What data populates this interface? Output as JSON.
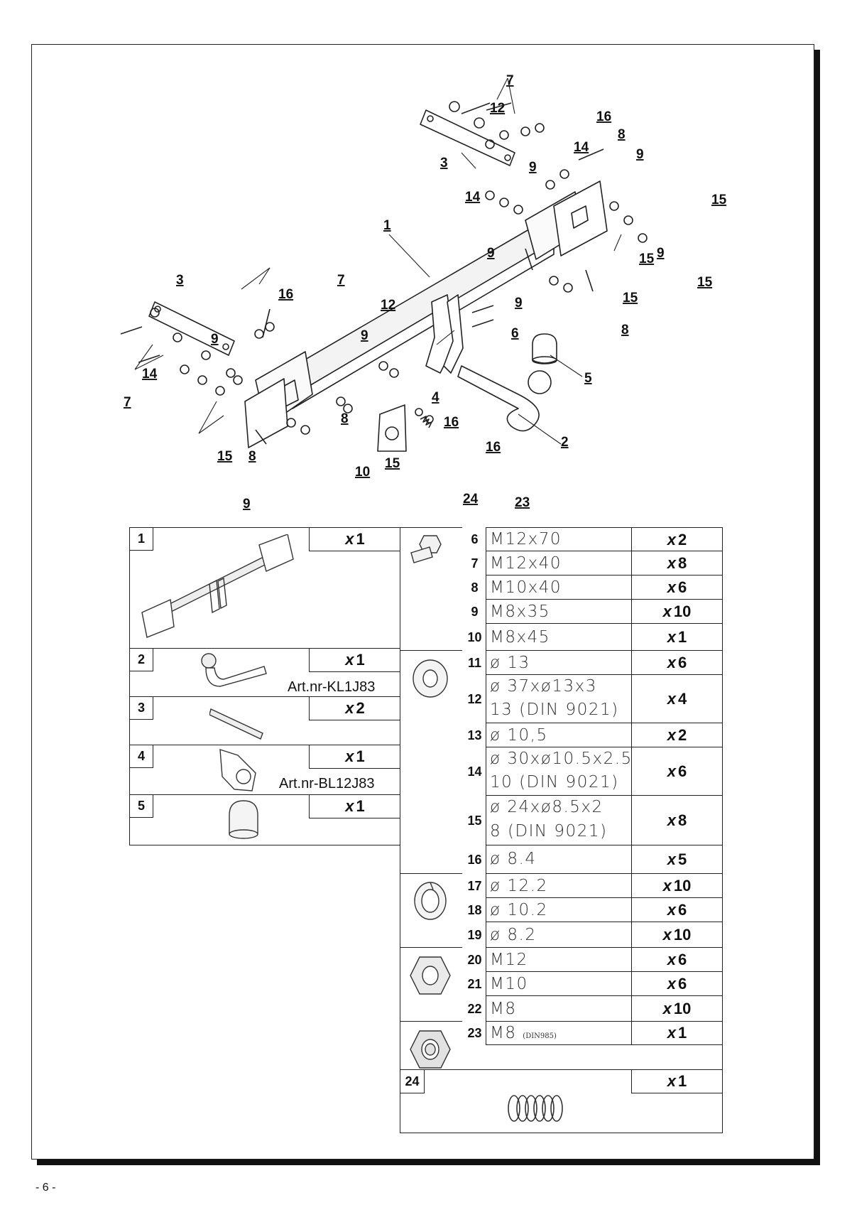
{
  "callouts": [
    "1",
    "2",
    "3",
    "3",
    "4",
    "5",
    "6",
    "7",
    "7",
    "7",
    "8",
    "8",
    "8",
    "8",
    "9",
    "9",
    "9",
    "9",
    "9",
    "9",
    "9",
    "9",
    "10",
    "12",
    "12",
    "14",
    "14",
    "14",
    "15",
    "15",
    "15",
    "15",
    "15",
    "15",
    "16",
    "16",
    "16",
    "16",
    "23",
    "24"
  ],
  "kit_table": [
    {
      "num": "1",
      "qty_x": "x",
      "qty": "1",
      "art": ""
    },
    {
      "num": "2",
      "qty_x": "x",
      "qty": "1",
      "art": "Art.nr-KL1J83"
    },
    {
      "num": "3",
      "qty_x": "x",
      "qty": "2",
      "art": ""
    },
    {
      "num": "4",
      "qty_x": "x",
      "qty": "1",
      "art": "Art.nr-BL12J83"
    },
    {
      "num": "5",
      "qty_x": "x",
      "qty": "1",
      "art": ""
    }
  ],
  "hardware_table": [
    {
      "num": "6",
      "spec": "M12x70",
      "qty_x": "x",
      "qty": "2"
    },
    {
      "num": "7",
      "spec": "M12x40",
      "qty_x": "x",
      "qty": "8"
    },
    {
      "num": "8",
      "spec": "M10x40",
      "qty_x": "x",
      "qty": "6"
    },
    {
      "num": "9",
      "spec": "M8x35",
      "qty_x": "x",
      "qty": "10"
    },
    {
      "num": "10",
      "spec": "M8x45",
      "qty_x": "x",
      "qty": "1"
    },
    {
      "num": "11",
      "spec": "ø 13",
      "qty_x": "x",
      "qty": "6"
    },
    {
      "num": "12",
      "spec": "ø 37xø13x3",
      "spec2": "13  (DIN 9021)",
      "qty_x": "x",
      "qty": "4"
    },
    {
      "num": "13",
      "spec": "ø 10,5",
      "qty_x": "x",
      "qty": "2"
    },
    {
      "num": "14",
      "spec": "ø 30xø10.5x2.5",
      "spec2": "10  (DIN 9021)",
      "qty_x": "x",
      "qty": "6"
    },
    {
      "num": "15",
      "spec": "ø 24xø8.5x2",
      "spec2": "8   (DIN 9021)",
      "qty_x": "x",
      "qty": "8"
    },
    {
      "num": "16",
      "spec": "ø 8.4",
      "qty_x": "x",
      "qty": "5"
    },
    {
      "num": "17",
      "spec": "ø 12.2",
      "qty_x": "x",
      "qty": "10"
    },
    {
      "num": "18",
      "spec": "ø 10.2",
      "qty_x": "x",
      "qty": "6"
    },
    {
      "num": "19",
      "spec": "ø 8.2",
      "qty_x": "x",
      "qty": "10"
    },
    {
      "num": "20",
      "spec": "M12",
      "qty_x": "x",
      "qty": "6"
    },
    {
      "num": "21",
      "spec": "M10",
      "qty_x": "x",
      "qty": "6"
    },
    {
      "num": "22",
      "spec": "M8",
      "qty_x": "x",
      "qty": "10"
    },
    {
      "num": "23",
      "spec": "M8",
      "spec_small": "(DIN985)",
      "qty_x": "x",
      "qty": "1"
    },
    {
      "num": "24",
      "spec": "",
      "qty_x": "x",
      "qty": "1"
    }
  ],
  "footer": {
    "page": "- 6 -"
  }
}
